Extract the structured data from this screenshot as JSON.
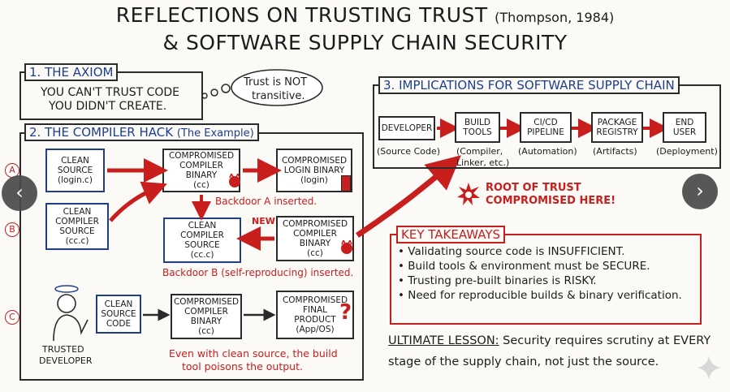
{
  "title_line1": "REFLECTIONS ON TRUSTING TRUST",
  "title_citation": "(Thompson, 1984)",
  "title_line2": "& SOFTWARE SUPPLY CHAIN SECURITY",
  "axiom": {
    "label": "1. THE AXIOM",
    "line1": "YOU CAN'T TRUST CODE",
    "line2": "YOU DIDN'T CREATE.",
    "bubble1": "Trust is NOT",
    "bubble2": "transitive."
  },
  "hack": {
    "label": "2. THE COMPILER HACK",
    "label_note": "(The Example)",
    "markers": [
      "A",
      "B",
      "C"
    ],
    "a_source": [
      "CLEAN",
      "SOURCE",
      "(login.c)"
    ],
    "a_binary": [
      "COMPROMISED",
      "COMPILER",
      "BINARY",
      "(cc)"
    ],
    "a_login": [
      "COMPROMISED",
      "LOGIN BINARY",
      "(login)"
    ],
    "a_note": "Backdoor A inserted.",
    "b_source": [
      "CLEAN",
      "COMPILER",
      "SOURCE",
      "(cc.c)"
    ],
    "b_clean_target": [
      "CLEAN",
      "COMPILER",
      "SOURCE",
      "(cc.c)"
    ],
    "b_new": "NEW",
    "b_binary": [
      "COMPROMISED",
      "COMPILER",
      "BINARY",
      "(cc)"
    ],
    "b_note": "Backdoor B (self-reproducing) inserted.",
    "c_source": [
      "CLEAN",
      "SOURCE",
      "CODE"
    ],
    "c_binary": [
      "COMPROMISED",
      "COMPILER",
      "BINARY",
      "(cc)"
    ],
    "c_final": [
      "COMPROMISED",
      "FINAL",
      "PRODUCT",
      "(App/OS)"
    ],
    "c_dev1": "TRUSTED",
    "c_dev2": "DEVELOPER",
    "c_note1": "Even with clean source, the build",
    "c_note2": "tool poisons the output."
  },
  "implications": {
    "label": "3. IMPLICATIONS FOR SOFTWARE SUPPLY CHAIN",
    "chain": [
      {
        "name": [
          "DEVELOPER"
        ],
        "sub": [
          "(Source Code)"
        ]
      },
      {
        "name": [
          "BUILD",
          "TOOLS"
        ],
        "sub": [
          "(Compiler,",
          "Linker, etc.)"
        ]
      },
      {
        "name": [
          "CI/CD",
          "PIPELINE"
        ],
        "sub": [
          "(Automation)"
        ]
      },
      {
        "name": [
          "PACKAGE",
          "REGISTRY"
        ],
        "sub": [
          "(Artifacts)"
        ]
      },
      {
        "name": [
          "END",
          "USER"
        ],
        "sub": [
          "(Deployment)"
        ]
      }
    ],
    "root1": "ROOT OF TRUST",
    "root2": "COMPROMISED HERE!"
  },
  "takeaways": {
    "label": "KEY TAKEAWAYS",
    "items": [
      "Validating source code is INSUFFICIENT.",
      "Build tools & environment must be SECURE.",
      "Trusting pre-built binaries is RISKY.",
      "Need for reproducible builds & binary verification."
    ]
  },
  "lesson": {
    "lead": "ULTIMATE LESSON:",
    "text1": "Security requires scrutiny at EVERY",
    "text2": "stage of the supply chain, not just the source."
  },
  "nav": {
    "prev": "‹",
    "next": "›"
  },
  "colors": {
    "accent_blue": "#1d3f8c",
    "accent_red": "#c81e1e"
  }
}
